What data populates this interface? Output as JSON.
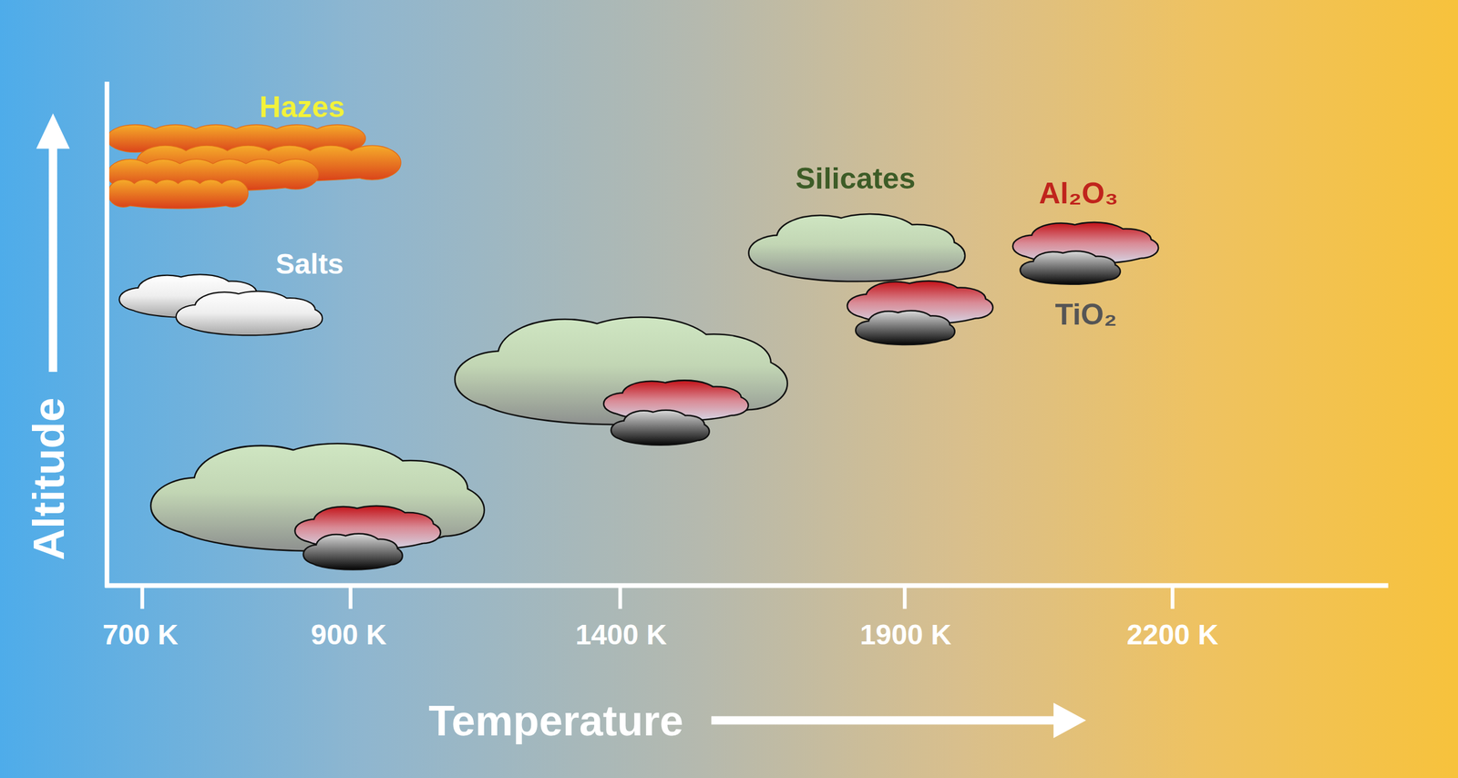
{
  "diagram": {
    "labels": [
      "Hazes",
      "Salts",
      "Silicates",
      "Al₂O₃",
      "TiO₂",
      "Altitude",
      "Temperature",
      "700 K",
      "900 K",
      "1400 K",
      "1900 K",
      "2200 K"
    ]
  }
}
